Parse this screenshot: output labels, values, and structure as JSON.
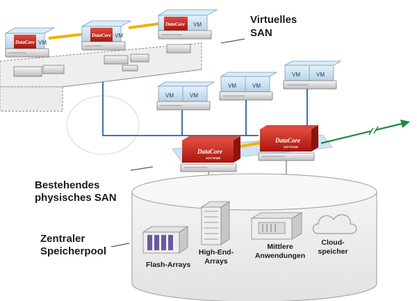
{
  "labels": {
    "virtual_san_line1": "Virtuelles",
    "virtual_san_line2": "SAN",
    "physical_san_line1": "Bestehendes",
    "physical_san_line2": "physisches SAN",
    "storage_pool_line1": "Zentraler",
    "storage_pool_line2": "Speicherpool"
  },
  "storage": {
    "flash": "Flash-Arrays",
    "highend_line1": "High-End-",
    "highend_line2": "Arrays",
    "mid_line1": "Mittlere",
    "mid_line2": "Anwendungen",
    "cloud_line1": "Cloud-",
    "cloud_line2": "speicher"
  },
  "vm_label": "VM",
  "brand_label": "DataCore",
  "brand_sub": "SOFTWARE",
  "colors": {
    "datacore_red": "#c8221e",
    "link_yellow": "#f2b100",
    "network_blue": "#2e5f9e",
    "arrow_green": "#1b8a3c",
    "san_band": "#cfe3f7",
    "vm_blue": "#cfe4f2"
  }
}
